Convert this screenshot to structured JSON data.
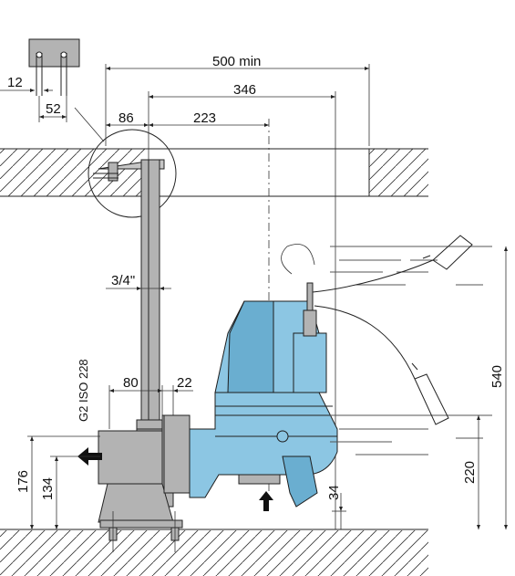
{
  "dimensions": {
    "d500": "500 min",
    "d346": "346",
    "d223": "223",
    "d86": "86",
    "d12": "12",
    "d52": "52",
    "d34in": "3/4\"",
    "d80": "80",
    "d22": "22",
    "g2": "G2 ISO 228",
    "d176": "176",
    "d134": "134",
    "d34": "34",
    "d220": "220",
    "d540": "540"
  },
  "colors": {
    "pump_body": "#8cc6e3",
    "pipe": "#b3b3b3"
  }
}
